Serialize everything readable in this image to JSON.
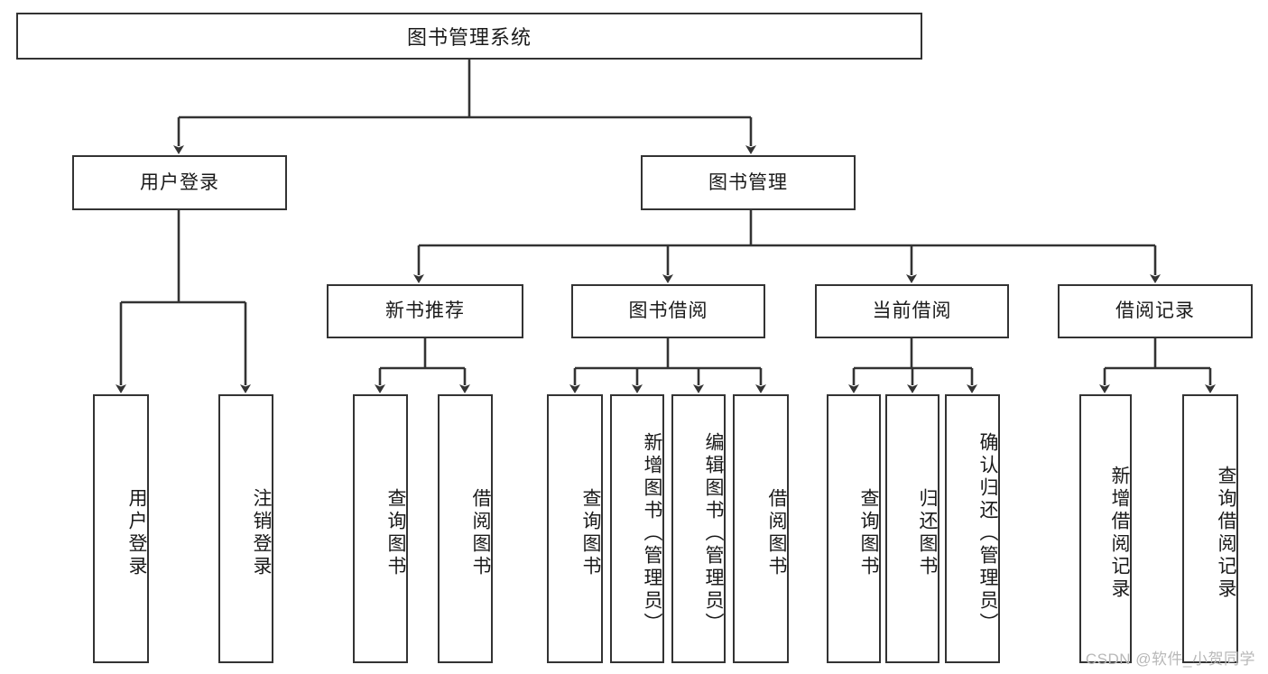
{
  "diagram": {
    "title": "图书管理系统",
    "type": "tree-hierarchy-diagram",
    "watermark": "CSDN @软件_小贺同学",
    "colors": {
      "node_border": "#333333",
      "node_fill": "#ffffff",
      "edge": "#333333",
      "text": "#1a1a1a",
      "watermark": "#b8b8b8",
      "background": "#ffffff"
    }
  },
  "nodes": {
    "root": {
      "label": "图书管理系统"
    },
    "level2": [
      {
        "id": "user-login",
        "label": "用户登录"
      },
      {
        "id": "book-manage",
        "label": "图书管理"
      }
    ],
    "level3": [
      {
        "id": "new-book-rec",
        "label": "新书推荐"
      },
      {
        "id": "book-borrow",
        "label": "图书借阅"
      },
      {
        "id": "current-borrow",
        "label": "当前借阅"
      },
      {
        "id": "borrow-record",
        "label": "借阅记录"
      }
    ],
    "leaves": {
      "user_login": [
        {
          "id": "leaf-user-login",
          "label": "用户登录"
        },
        {
          "id": "leaf-logout",
          "label": "注销登录"
        }
      ],
      "new_book_rec": [
        {
          "id": "leaf-query-book-1",
          "label": "查询图书"
        },
        {
          "id": "leaf-borrow-book-1",
          "label": "借阅图书"
        }
      ],
      "book_borrow": [
        {
          "id": "leaf-query-book-2",
          "label": "查询图书"
        },
        {
          "id": "leaf-add-book",
          "label": "新增图书（管理员）"
        },
        {
          "id": "leaf-edit-book",
          "label": "编辑图书（管理员）"
        },
        {
          "id": "leaf-borrow-book-2",
          "label": "借阅图书"
        }
      ],
      "current_borrow": [
        {
          "id": "leaf-query-book-3",
          "label": "查询图书"
        },
        {
          "id": "leaf-return-book",
          "label": "归还图书"
        },
        {
          "id": "leaf-confirm-return",
          "label": "确认归还（管理员）"
        }
      ],
      "borrow_record": [
        {
          "id": "leaf-add-record",
          "label": "新增借阅记录"
        },
        {
          "id": "leaf-query-record",
          "label": "查询借阅记录"
        }
      ]
    }
  }
}
